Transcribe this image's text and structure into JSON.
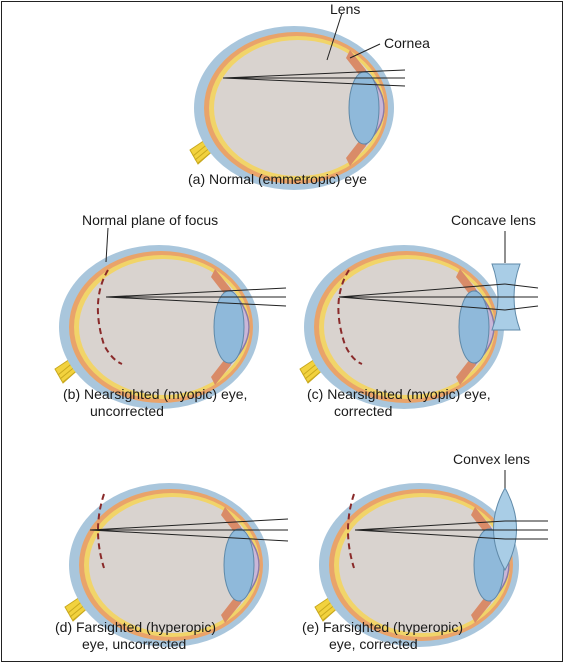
{
  "labels": {
    "lens": "Lens",
    "cornea": "Cornea",
    "normal_plane": "Normal plane of focus",
    "concave_lens": "Concave lens",
    "convex_lens": "Convex lens"
  },
  "captions": {
    "a": "(a)  Normal (emmetropic) eye",
    "b_line1": "(b)  Nearsighted (myopic) eye,",
    "b_line2": "uncorrected",
    "c_line1": "(c)  Nearsighted (myopic) eye,",
    "c_line2": "corrected",
    "d_line1": "(d)  Farsighted (hyperopic)",
    "d_line2": "eye, uncorrected",
    "e_line1": "(e)  Farsighted (hyperopic)",
    "e_line2": "eye, corrected"
  },
  "colors": {
    "sclera": "#a9c6dc",
    "choroid": "#e9a36a",
    "retina": "#f1d469",
    "vitreous": "#d9d3cf",
    "lens": "#8fb9da",
    "cornea": "#c9b7d8",
    "optic_nerve": "#f2d23e",
    "ray": "#222222"
  }
}
